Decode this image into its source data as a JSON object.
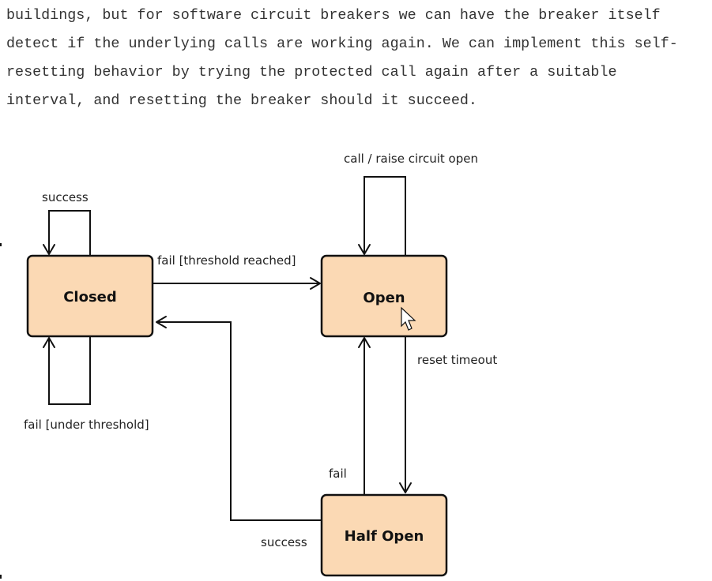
{
  "paragraph": {
    "lines": [
      "buildings, but for software circuit breakers we can have the breaker itself",
      "detect if the underlying calls are working again. We can implement this self-",
      "resetting behavior by trying the protected call again after a suitable",
      "interval, and resetting the breaker should it succeed."
    ]
  },
  "diagram": {
    "states": {
      "closed": "Closed",
      "open": "Open",
      "half_open": "Half Open"
    },
    "state_fill": "#fbd9b4",
    "transitions": {
      "closed_success": "success",
      "closed_fail_under_threshold": "fail [under threshold]",
      "closed_to_open": "fail [threshold reached]",
      "open_call": "call / raise circuit open",
      "open_to_half_open": "reset timeout",
      "half_open_to_open": "fail",
      "half_open_to_closed": "success"
    }
  }
}
